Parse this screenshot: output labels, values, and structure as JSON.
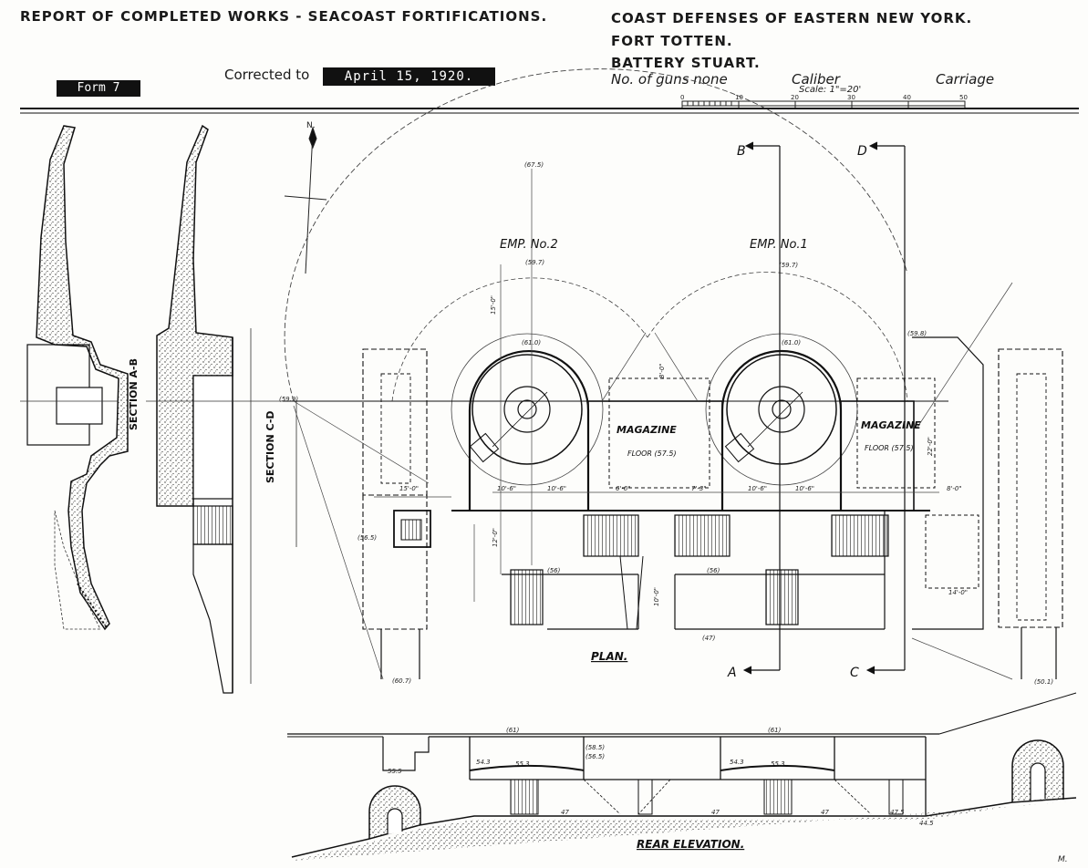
{
  "header": {
    "report_title": "REPORT OF COMPLETED WORKS - SEACOAST FORTIFICATIONS.",
    "district": "COAST DEFENSES OF EASTERN NEW YORK.",
    "fort": "FORT TOTTEN.",
    "battery": "BATTERY STUART.",
    "form_label": "Form 7",
    "corrected_label": "Corrected to",
    "corrected_date": "April 15, 1920.",
    "guns_label": "No. of guns none",
    "caliber_label": "Caliber",
    "carriage_label": "Carriage",
    "scale_label": "Scale: 1\"=20'",
    "scale_ticks": [
      "0",
      "10",
      "20",
      "30",
      "40",
      "50"
    ]
  },
  "drawing": {
    "north_label": "N.",
    "section_ab_label": "SECTION A-B",
    "section_cd_label": "SECTION C-D",
    "plan_label": "PLAN.",
    "rear_elevation_label": "REAR ELEVATION.",
    "emp2_label": "EMP. No.2",
    "emp1_label": "EMP. No.1",
    "magazine_left_label": "MAGAZINE",
    "magazine_left_floor": "FLOOR (57.5)",
    "magazine_right_label": "MAGAZINE",
    "magazine_right_floor": "FLOOR (57.5)",
    "cut_b": "B",
    "cut_d": "D",
    "cut_a": "A",
    "cut_c": "C",
    "elev_67_5": "(67.5)",
    "elev_59_7_left": "(59.7)",
    "elev_59_7_right": "(59.7)",
    "elev_61_0_left": "(61.0)",
    "elev_61_0_right": "(61.0)",
    "elev_59_8": "(59.8)",
    "elev_59_9": "(59.9)",
    "elev_56_5": "(56.5)",
    "elev_56_left": "(56)",
    "elev_56_right": "(56)",
    "elev_47": "(47)",
    "elev_50_1": "(50.1)",
    "elev_60_7": "(60.7)",
    "dim_15_0": "15'-0\"",
    "dim_12_0": "12'-0\"",
    "dim_10_0": "10'-0\"",
    "dim_10_6_a": "10'-6\"",
    "dim_10_6_b": "10'-6\"",
    "dim_10_6_c": "10'-6\"",
    "dim_10_6_d": "10'-6\"",
    "dim_8_0": "8'-0\"",
    "dim_7_3": "7'-3\"",
    "dim_6_0": "6'-0\"",
    "dim_22_0": "22'-0\"",
    "dim_14_0": "14'-0\"",
    "rear_61_left": "(61)",
    "rear_61_right": "(61)",
    "rear_54_3_left": "54.3",
    "rear_55_3_left": "55.3",
    "rear_54_3_right": "54.3",
    "rear_55_3_right": "55.3",
    "rear_55_5": "55.5",
    "rear_47_a": "47",
    "rear_47_b": "47",
    "rear_47_c": "47",
    "rear_47_5": "47.5",
    "rear_44_5": "44.5",
    "rear_56_5": "(56.5)",
    "rear_58_5": "(58.5)",
    "initials": "M."
  }
}
